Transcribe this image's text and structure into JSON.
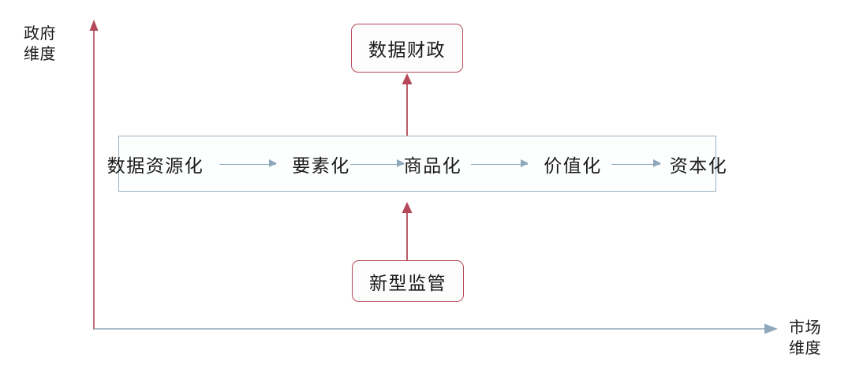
{
  "diagram": {
    "title_top_node": "数据财政",
    "bottom_node": "新型监管",
    "axes": {
      "y_label": "政府\n维度",
      "x_label": "市场\n维度",
      "y_axis_color": "#b5495a",
      "x_axis_color": "#8fa8bc"
    },
    "chain": {
      "container_border_color": "#9aafbe",
      "arrow_color": "#8fa8bc",
      "stages": [
        {
          "label": "数据资源化"
        },
        {
          "label": "要素化"
        },
        {
          "label": "商品化"
        },
        {
          "label": "价值化"
        },
        {
          "label": "资本化"
        }
      ],
      "arrow_glyph": "→"
    },
    "connectors": {
      "top_arrow_name": "chain-to-data-finance-arrow",
      "bottom_arrow_name": "regulation-to-chain-arrow",
      "color": "#b5495a"
    }
  },
  "chart_data": {
    "type": "diagram",
    "title": "数据财政",
    "xlabel": "市场维度",
    "ylabel": "政府维度",
    "nodes": [
      {
        "id": "data-finance",
        "label": "数据财政",
        "shape": "rounded-rect",
        "border": "#b5495a"
      },
      {
        "id": "new-regulation",
        "label": "新型监管",
        "shape": "rounded-rect",
        "border": "#b5495a"
      },
      {
        "id": "stage-1",
        "label": "数据资源化"
      },
      {
        "id": "stage-2",
        "label": "要素化"
      },
      {
        "id": "stage-3",
        "label": "商品化"
      },
      {
        "id": "stage-4",
        "label": "价值化"
      },
      {
        "id": "stage-5",
        "label": "资本化"
      }
    ],
    "edges": [
      {
        "from": "stage-1",
        "to": "stage-2",
        "color": "#8fa8bc"
      },
      {
        "from": "stage-2",
        "to": "stage-3",
        "color": "#8fa8bc"
      },
      {
        "from": "stage-3",
        "to": "stage-4",
        "color": "#8fa8bc"
      },
      {
        "from": "stage-4",
        "to": "stage-5",
        "color": "#8fa8bc"
      },
      {
        "from": "value-chain",
        "to": "data-finance",
        "color": "#b5495a"
      },
      {
        "from": "new-regulation",
        "to": "value-chain",
        "color": "#b5495a"
      }
    ]
  }
}
